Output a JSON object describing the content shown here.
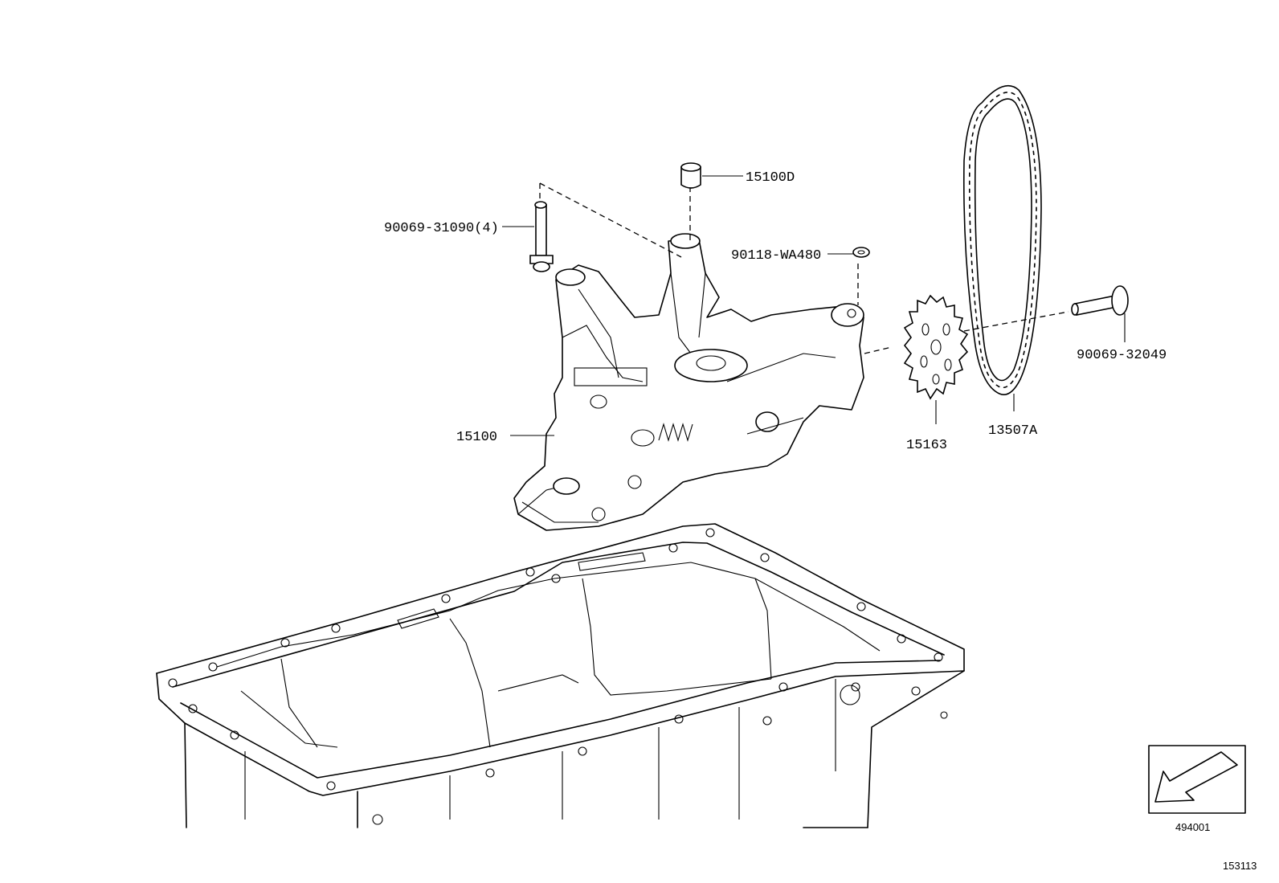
{
  "callouts": {
    "part_15100D": "15100D",
    "part_90069_31090": "90069-31090(4)",
    "part_90118_WA480": "90118-WA480",
    "part_90069_32049": "90069-32049",
    "part_15100": "15100",
    "part_15163": "15163",
    "part_13507A": "13507A"
  },
  "reference": {
    "view_code": "494001",
    "figure_number": "153113"
  },
  "icons": {
    "direction_arrow": "arrow-down-left-icon"
  }
}
